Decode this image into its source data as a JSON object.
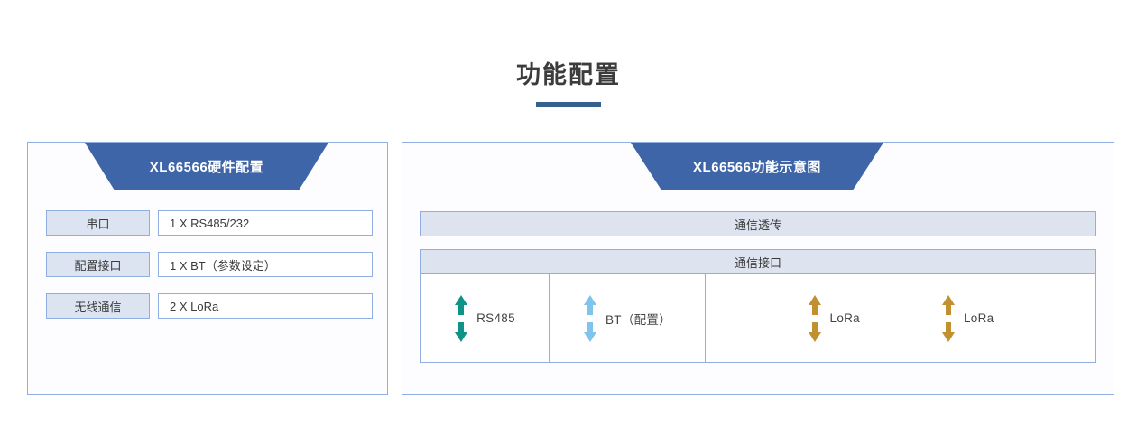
{
  "page": {
    "title": "功能配置",
    "accent_underline_color": "#35618F",
    "background_color": "#FFFFFF"
  },
  "left_panel": {
    "banner_label": "XL66566硬件配置",
    "banner_color": "#3D65A7",
    "rows": [
      {
        "label": "串口",
        "value": "1 X RS485/232"
      },
      {
        "label": "配置接口",
        "value": "1 X BT（参数设定）"
      },
      {
        "label": "无线通信",
        "value": "2 X LoRa"
      }
    ]
  },
  "right_panel": {
    "banner_label": "XL66566功能示意图",
    "banner_color": "#3D65A7",
    "transmit_bar_label": "通信透传",
    "interface_bar_label": "通信接口",
    "ports": [
      {
        "label": "RS485",
        "arrow_color": "#0E9389",
        "group": "rs485"
      },
      {
        "label": "BT（配置）",
        "arrow_color": "#7FC4EC",
        "group": "bt"
      },
      {
        "label": "LoRa",
        "arrow_color": "#C2902F",
        "group": "lora"
      },
      {
        "label": "LoRa",
        "arrow_color": "#C2902F",
        "group": "lora"
      }
    ]
  },
  "colors": {
    "panel_border": "#8FAFE2",
    "label_fill": "#DCE4F2",
    "bar_fill": "#DDE4F0",
    "banner_blue": "#3D65A7",
    "teal": "#0E9389",
    "sky": "#7FC4EC",
    "gold": "#C2902F"
  }
}
